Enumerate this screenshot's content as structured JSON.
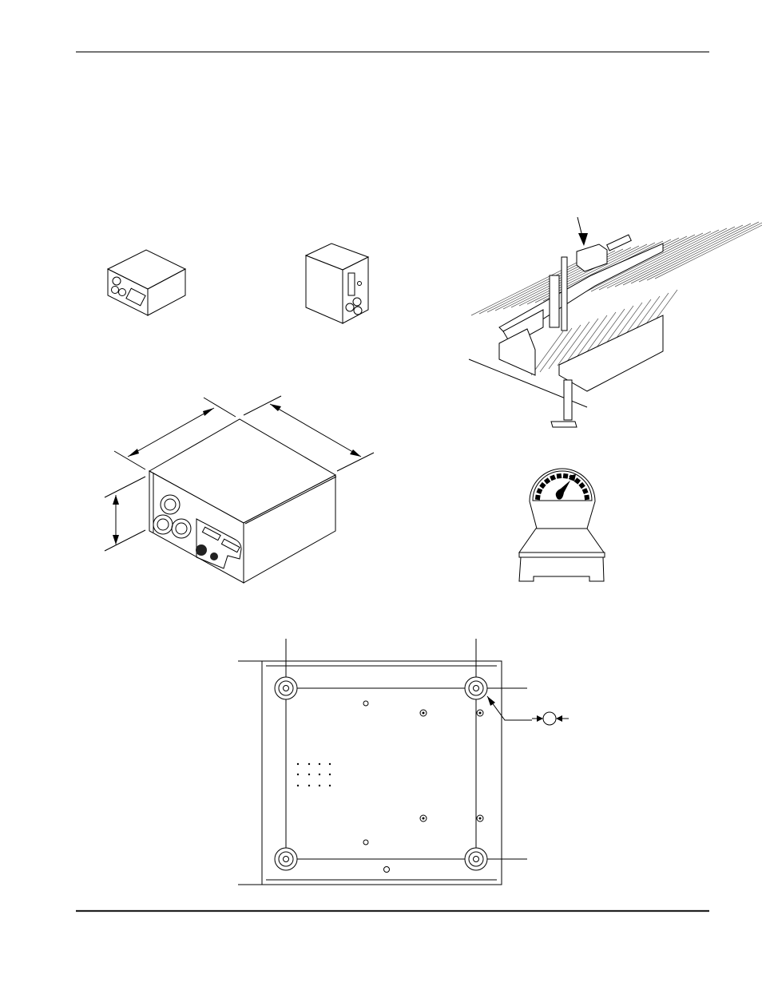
{
  "colors": {
    "ink": "#000000",
    "paper": "#ffffff"
  },
  "figures": {
    "small_box_horizontal": "figure",
    "small_box_vertical": "figure",
    "dimensioned_box": "figure",
    "cutting_table_mount": "figure",
    "scale": "figure",
    "bottom_view_mounting": "figure"
  }
}
